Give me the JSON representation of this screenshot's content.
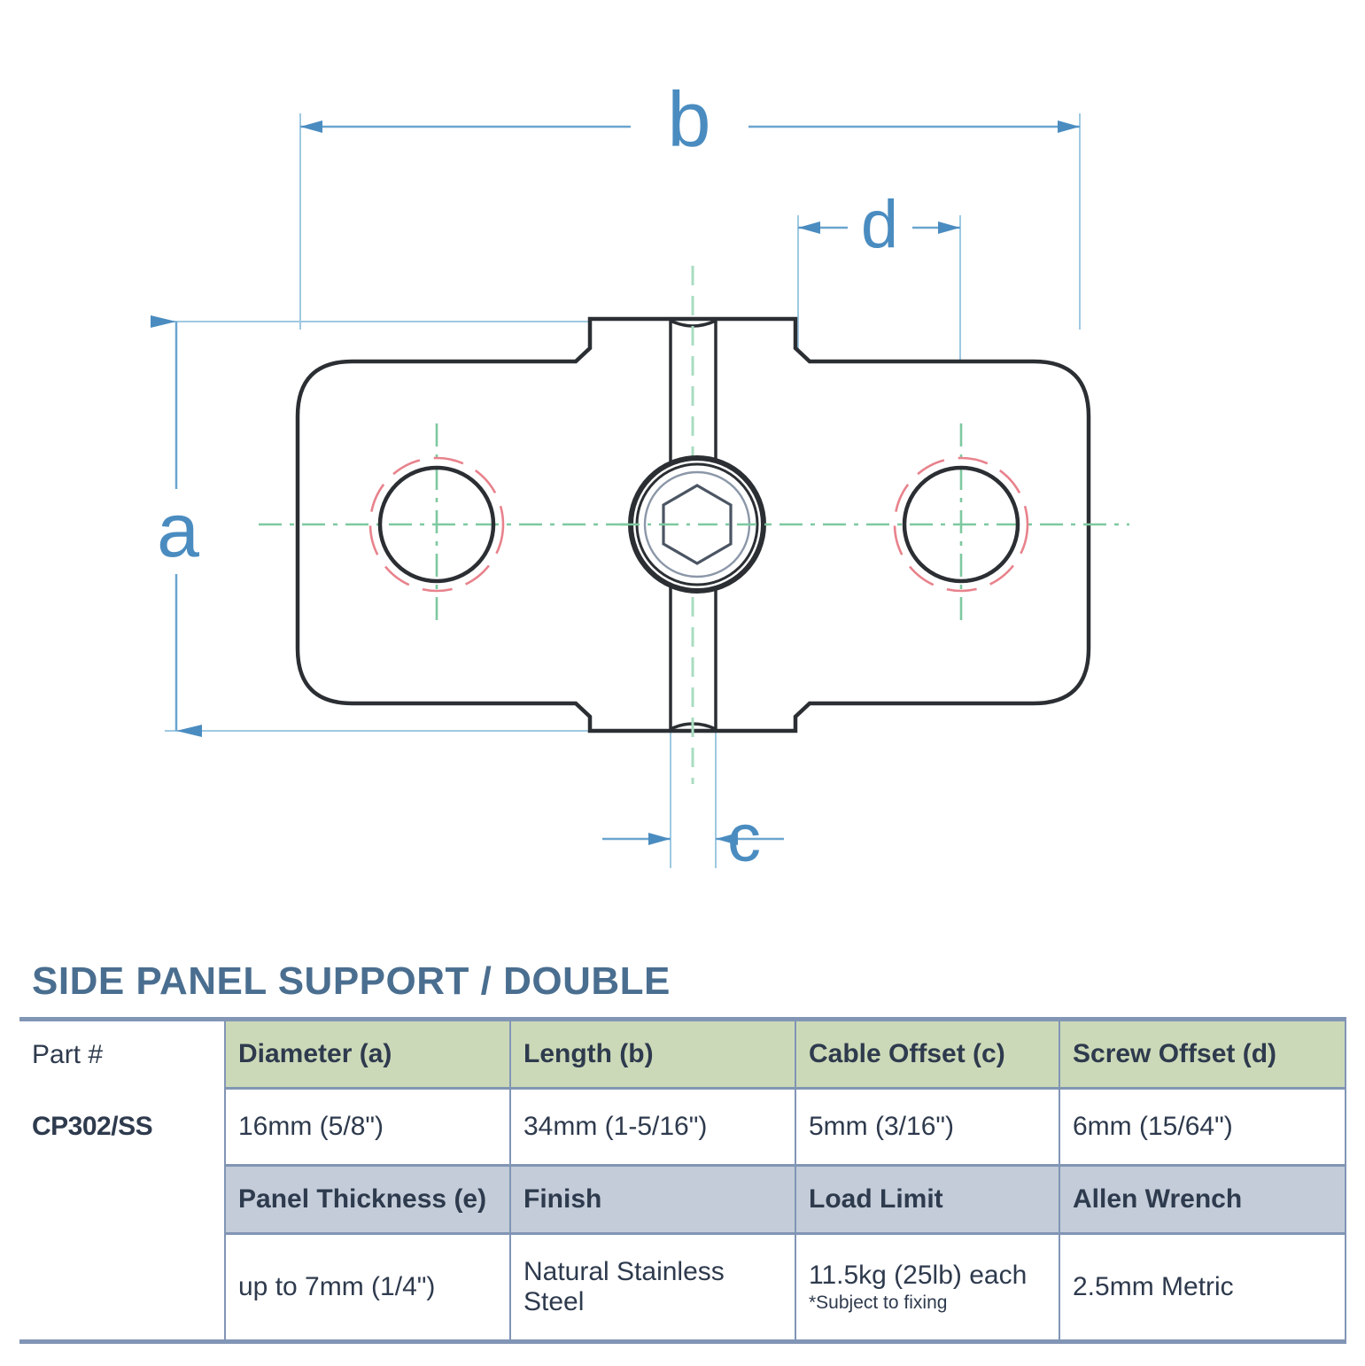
{
  "drawing": {
    "dimension_labels": {
      "a": "a",
      "b": "b",
      "c": "c",
      "d": "d"
    },
    "colors": {
      "dimension_blue": "#4a8cc0",
      "extension_line": "#9ec9e2",
      "outline_black": "#2b2f33",
      "centerline_green": "#7dc9a0",
      "hidden_red": "#e8828c"
    },
    "features": {
      "left_hole": "through-hole",
      "right_hole": "through-hole",
      "center_fastener": "hex-socket-set-screw",
      "cable_slot": "vertical-cable-slot"
    }
  },
  "spec": {
    "title": "SIDE PANEL SUPPORT / DOUBLE",
    "part_label": "Part #",
    "part_number": "CP302/SS",
    "row1": {
      "headers": [
        "Diameter (a)",
        "Length (b)",
        "Cable Offset (c)",
        "Screw Offset (d)"
      ],
      "values": [
        "16mm (5/8\")",
        "34mm (1-5/16\")",
        "5mm (3/16\")",
        "6mm (15/64\")"
      ]
    },
    "row2": {
      "headers": [
        "Panel Thickness (e)",
        "Finish",
        "Load Limit",
        "Allen Wrench"
      ],
      "values": [
        "up to 7mm (1/4\")",
        "Natural Stainless Steel",
        "11.5kg (25lb) each",
        "2.5mm Metric"
      ],
      "load_limit_note": "*Subject to fixing",
      "finish_line1": "Natural Stainless",
      "finish_line2": "Steel"
    },
    "colors": {
      "title": "#4a6e8f",
      "header_green": "#ccd9b8",
      "header_blue": "#c3ccd8",
      "rule": "#8195b5",
      "text": "#2e3a4d"
    }
  }
}
